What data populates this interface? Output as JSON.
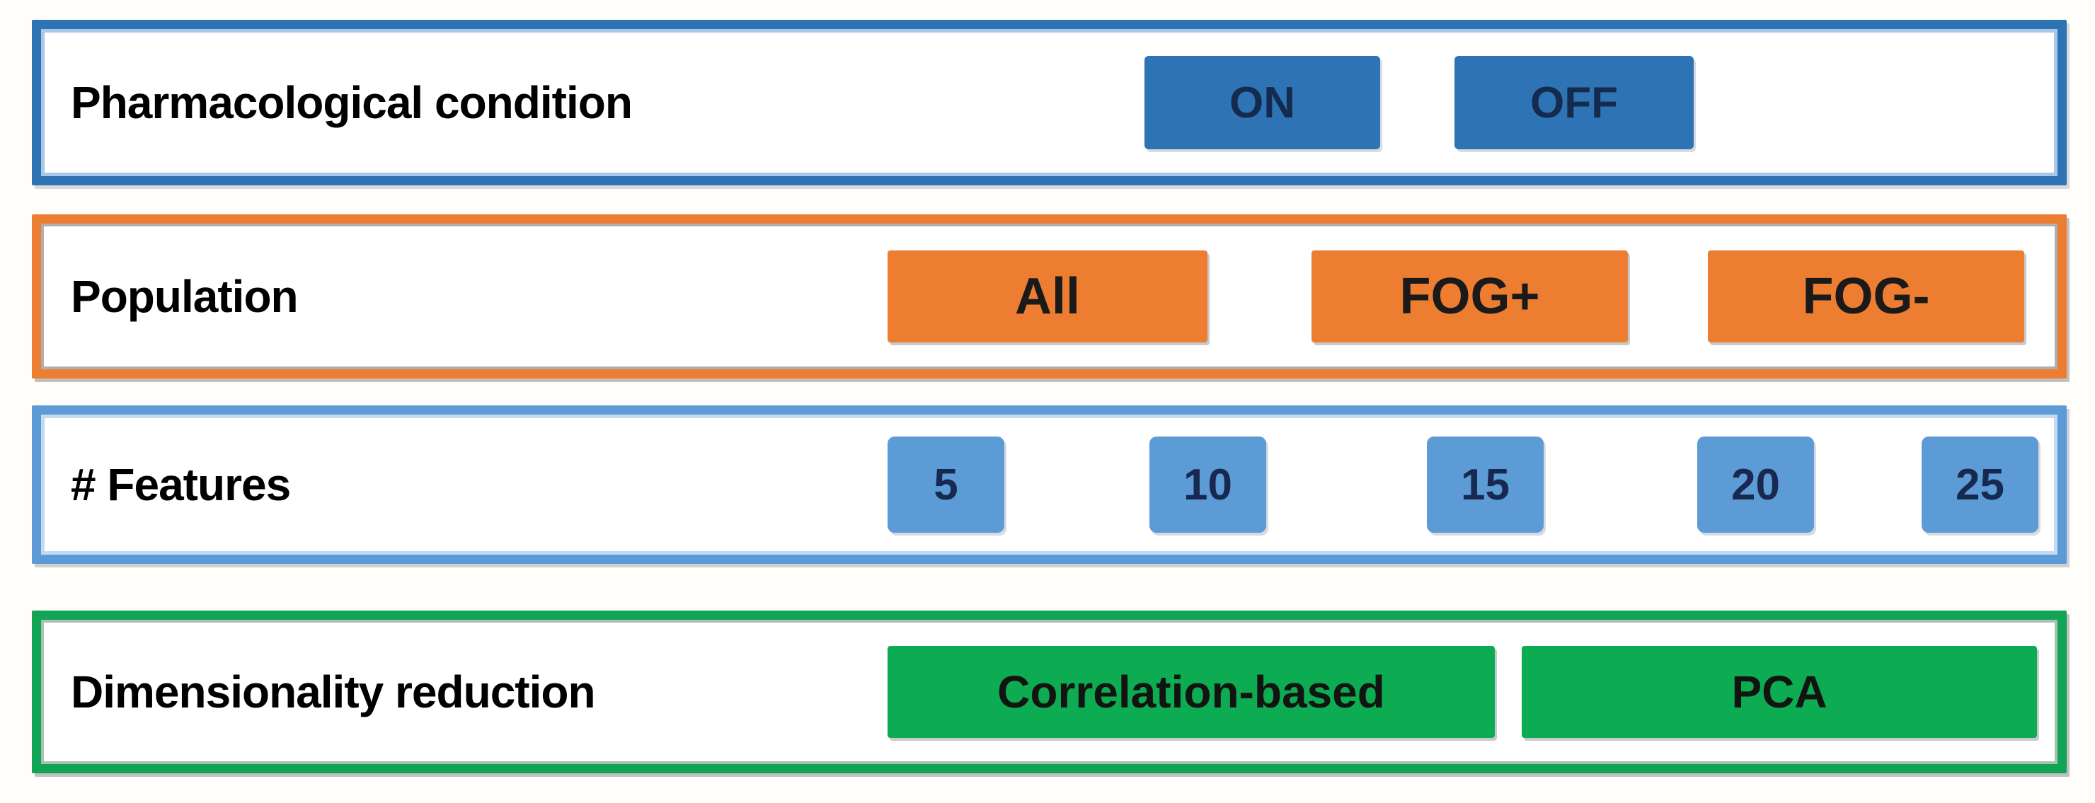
{
  "figure": {
    "rows": [
      {
        "label": "Pharmacological condition",
        "accent": "#2e74b5",
        "button_text_color": "#152a4f",
        "buttons": [
          {
            "label": "ON"
          },
          {
            "label": "OFF"
          }
        ]
      },
      {
        "label": "Population",
        "accent": "#ed7d31",
        "button_text_color": "#1a1a1a",
        "buttons": [
          {
            "label": "All"
          },
          {
            "label": "FOG+"
          },
          {
            "label": "FOG-"
          }
        ]
      },
      {
        "label": "# Features",
        "accent": "#5c9bd6",
        "button_text_color": "#17294f",
        "buttons": [
          {
            "label": "5"
          },
          {
            "label": "10"
          },
          {
            "label": "15"
          },
          {
            "label": "20"
          },
          {
            "label": "25"
          }
        ]
      },
      {
        "label": "Dimensionality reduction",
        "accent": "#0dab52",
        "button_text_color": "#121412",
        "buttons": [
          {
            "label": "Correlation-based"
          },
          {
            "label": "PCA"
          }
        ]
      }
    ]
  }
}
